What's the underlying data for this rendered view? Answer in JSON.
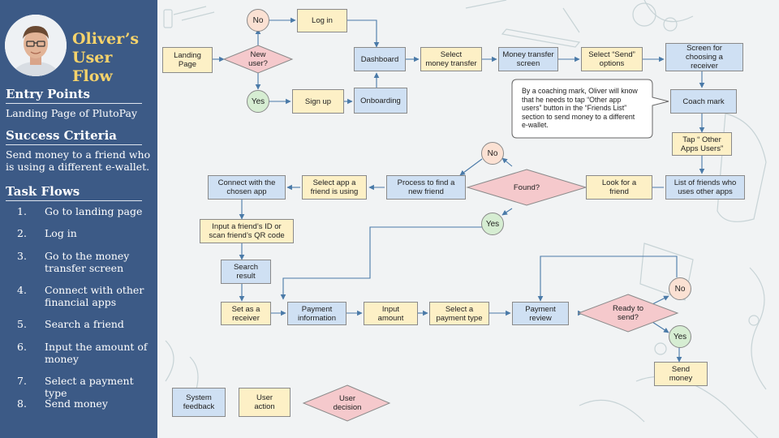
{
  "sidebar": {
    "title": "Oliver’s\nUser Flow",
    "entry_points_heading": "Entry Points",
    "entry_points_text": "Landing Page of PlutoPay",
    "success_heading": "Success Criteria",
    "success_text": "Send money to a friend who is using a different e-wallet.",
    "task_flows_heading": "Task Flows",
    "tasks": [
      {
        "num": "1.",
        "label": "Go to landing page"
      },
      {
        "num": "2.",
        "label": "Log in"
      },
      {
        "num": "3.",
        "label": "Go to the money transfer screen"
      },
      {
        "num": "4.",
        "label": "Connect with other financial apps"
      },
      {
        "num": "5.",
        "label": "Search a friend"
      },
      {
        "num": "6.",
        "label": "Input the amount of money"
      },
      {
        "num": "7.",
        "label": "Select a payment type"
      },
      {
        "num": "8.",
        "label": "Send money"
      }
    ]
  },
  "flow": {
    "landing": "Landing\nPage",
    "new_user": "New\nuser?",
    "no1": "No",
    "login": "Log in",
    "yes1": "Yes",
    "signup": "Sign up",
    "onboarding": "Onboarding",
    "dashboard": "Dashboard",
    "select_transfer": "Select\nmoney transfer",
    "transfer_screen": "Money transfer\nscreen",
    "select_send": "Select “Send”\noptions",
    "choose_receiver": "Screen for\nchoosing a\nreceiver",
    "coach_mark": "Coach mark",
    "tap_other": "Tap “ Other\nApps Users”",
    "list_friends": "List of friends who\nuses other apps",
    "look_friend": "Look for a\nfriend",
    "found": "Found?",
    "no2": "No",
    "yes2": "Yes",
    "process_find": "Process to find a\nnew friend",
    "select_app": "Select app a\nfriend is using",
    "connect_app": "Connect with the\nchosen app",
    "input_id": "Input a friend’s ID or\nscan friend’s QR code",
    "search_result": "Search\nresult",
    "set_receiver": "Set as a\nreceiver",
    "payment_info": "Payment\ninformation",
    "input_amount": "Input\namount",
    "select_payment": "Select a\npayment type",
    "payment_review": "Payment\nreview",
    "ready_send": "Ready to\nsend?",
    "no3": "No",
    "yes3": "Yes",
    "send_money": "Send\nmoney"
  },
  "callout": "By a coaching mark, Oliver will know that he needs to tap “Other app users” button in the “Friends List” section to send money to a different e-wallet.",
  "legend": {
    "system": "System\nfeedback",
    "user_action": "User\naction",
    "user_decision": "User\ndecision"
  },
  "colors": {
    "sidebar": "#3c5a86",
    "title_accent": "#f6d36b",
    "system_box": "#cfe0f3",
    "user_box": "#fdf0c6",
    "decision": "#f5c9cc",
    "no_circle": "#fbe1d3",
    "yes_circle": "#d6edd2",
    "connector": "#4a7aa8"
  }
}
